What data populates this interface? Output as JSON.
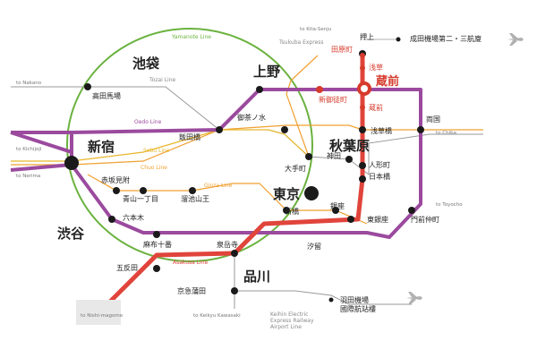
{
  "colors": {
    "yamanote": "#6ab23e",
    "oedo": "#9b4a9e",
    "asakusa": "#e0443b",
    "sobu": "#e8b62a",
    "chuo": "#f0a030",
    "ginza": "#f0a030",
    "tozai": "#9a9a9a",
    "tsukuba": "#f0a030",
    "station_dark": "#1a1a1a",
    "station_red": "#d63b2c"
  },
  "line_names": {
    "yamanote": "Yamanote Line",
    "tozai": "Tozai Line",
    "oedo": "Oedo Line",
    "sobu": "Sobu Line",
    "chuo": "Chuo Line",
    "ginza": "Ginza Line",
    "asakusa": "Asakusa Line",
    "tsukuba": "Tsukuba\nExpress",
    "keihin": "Keihin Electric\nExpress Railway\nAirport Line"
  },
  "destinations": {
    "kita_senju": "to Kita-Senju",
    "nakano": "to Nakano",
    "kichijoji": "to Kichijoji",
    "nerima": "to Nerima",
    "chiba": "to Chiba",
    "toyocho": "to Toyocho",
    "nishimagome": "to Nishi-magome",
    "keikyu_kawasaki": "to Keikyu Kawasaki"
  },
  "stations": {
    "ikebukuro": "池袋",
    "takadanobaba": "高田馬場",
    "ueno": "上野",
    "tawaramachi": "田原町",
    "shinokachimachi": "新御徒町",
    "oshiage": "押上",
    "asakusa": "浅草",
    "kuramae": "蔵前",
    "kuramae2": "蔵前",
    "ochanomizu": "御茶ノ水",
    "iidabashi": "飯田橋",
    "shinjuku": "新宿",
    "akihabara": "秋葉原",
    "asakusabashi": "浅草橋",
    "ryogoku": "両国",
    "kanda": "神田",
    "otemachi": "大手町",
    "ningyocho": "人形町",
    "nihonbashi": "日本橋",
    "akasakamitsuke": "赤坂見附",
    "aoyama": "青山一丁目",
    "tameike": "溜池山王",
    "tokyo": "東京",
    "roppongi": "六本木",
    "shinbashi": "新橋",
    "ginza": "銀座",
    "higashiginza": "東銀座",
    "monzennakacho": "門前仲町",
    "shibuya": "渋谷",
    "azabujuban": "麻布十番",
    "sengakuji": "泉岳寺",
    "shiodome": "汐留",
    "gotanda": "五反田",
    "shinagawa": "品川",
    "keikyukamata": "京急蒲田",
    "narita": "成田機場第二・三航廈",
    "haneda": "羽田機場\n國際航站樓"
  }
}
